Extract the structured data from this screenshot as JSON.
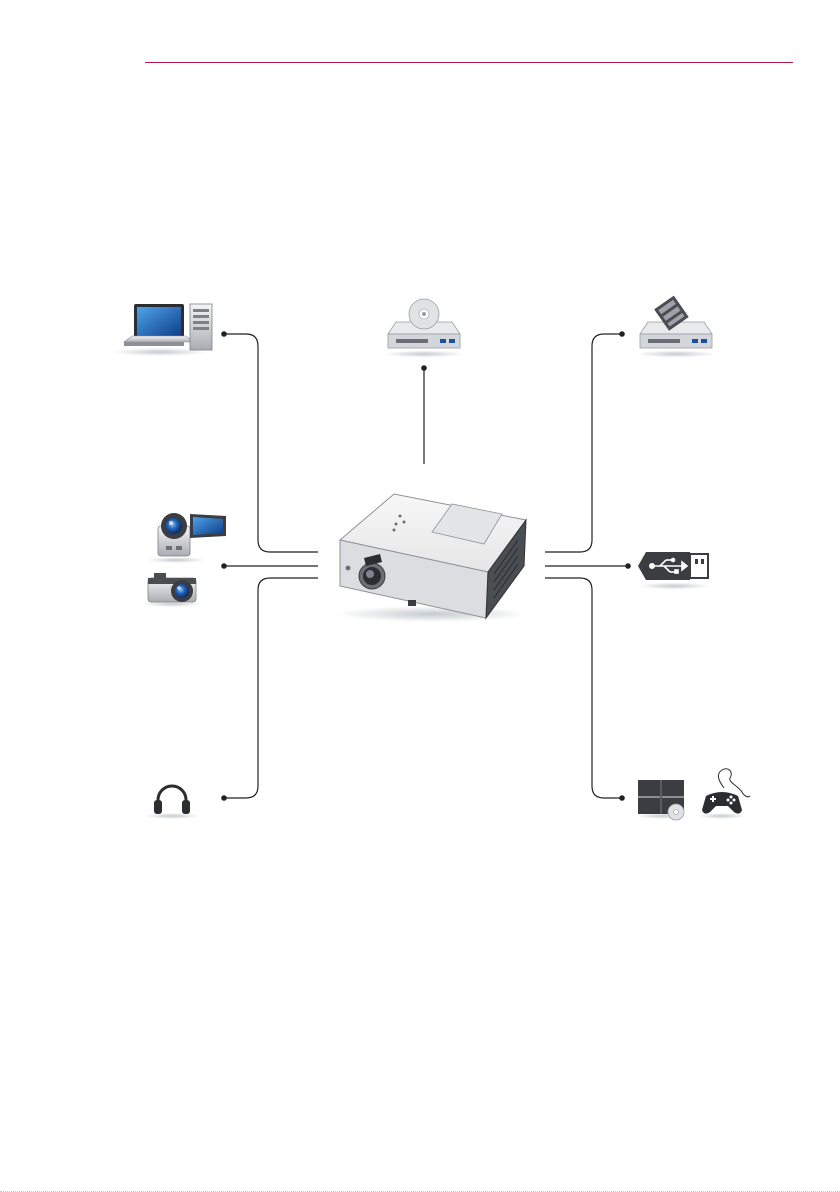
{
  "colors": {
    "header_rule": "#b3174f",
    "connector_line": "#222222",
    "device_blue": "#1a4fa3",
    "device_silver": "#d9dbde",
    "device_dark": "#3b3d42"
  },
  "devices": [
    {
      "id": "computer",
      "icon": "laptop-and-desktop-tower-icon"
    },
    {
      "id": "dvd-player",
      "icon": "dvd-player-icon"
    },
    {
      "id": "set-top-box",
      "icon": "set-top-box-icon"
    },
    {
      "id": "camcorder-camera",
      "icon": "camcorder-and-camera-icon"
    },
    {
      "id": "usb",
      "icon": "usb-drive-icon"
    },
    {
      "id": "headphones",
      "icon": "headphones-icon"
    },
    {
      "id": "game-console",
      "icon": "game-console-and-gamepad-icon"
    }
  ],
  "center_device": {
    "icon": "projector-icon"
  }
}
